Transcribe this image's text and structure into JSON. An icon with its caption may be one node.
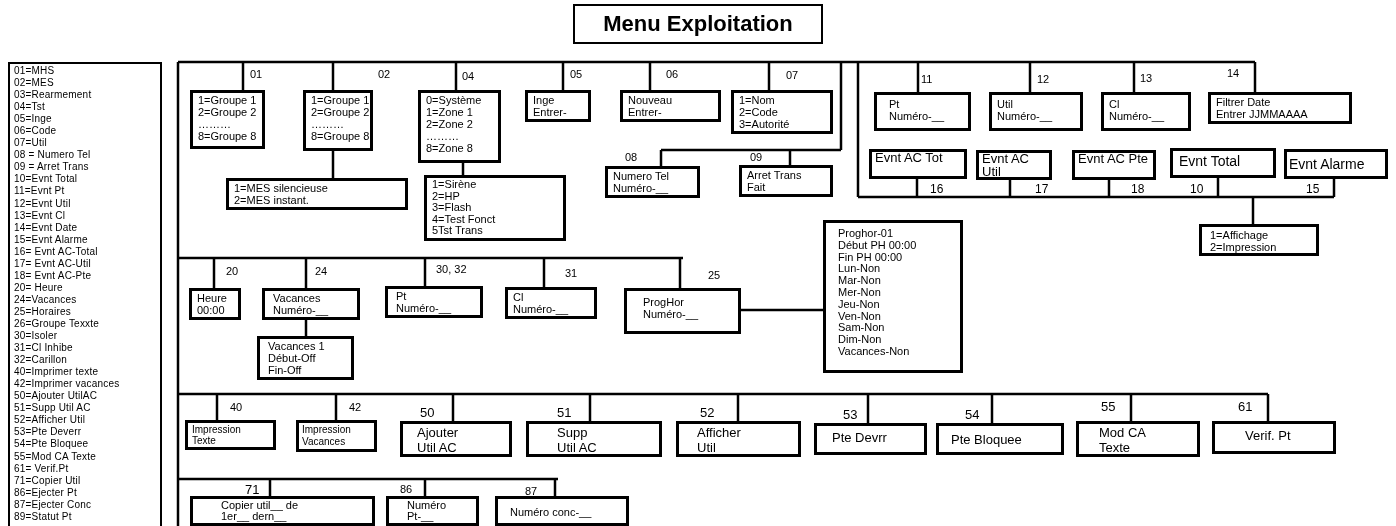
{
  "diagram": {
    "nodes": [
      {
        "text": [
          "Menu Exploitation"
        ]
      },
      {
        "text": [
          "01=MHS",
          "02=MES",
          "03=Rearmement",
          "04=Tst",
          "05=Inge",
          "06=Code",
          "07=Util",
          "08 = Numero Tel",
          "09 = Arret Trans",
          "10=Evnt Total",
          "11=Evnt Pt",
          "12=Evnt Util",
          "13=Evnt Cl",
          "14=Evnt Date",
          "15=Evnt Alarme",
          "16= Evnt AC-Total",
          "17= Evnt AC-Util",
          "18= Evnt AC-Pte",
          "20= Heure",
          "24=Vacances",
          "25=Horaires",
          "26=Groupe Texxte",
          "30=Isoler",
          "31=Cl Inhibe",
          "32=Carillon",
          "40=Imprimer texte",
          "42=Imprimer vacances",
          "50=Ajouter UtilAC",
          "51=Supp Util AC",
          "52=Afficher Util",
          "53=Pte Deverr",
          "54=Pte Bloquee",
          "55=Mod CA Texte",
          "61= Verif.Pt",
          "71=Copier Util",
          "86=Ejecter Pt",
          "87=Ejecter Conc",
          "89=Statut Pt"
        ]
      },
      {
        "text": [
          "1=Groupe 1",
          "2=Groupe 2",
          "………",
          "8=Groupe 8"
        ],
        "beside": [
          "01"
        ]
      },
      {
        "text": [
          "1=Groupe 1",
          "2=Groupe 2",
          "………",
          "8=Groupe 8"
        ],
        "beside": [
          "02"
        ]
      },
      {
        "text": [
          "1=MES silencieuse",
          "2=MES instant."
        ]
      },
      {
        "text": [
          "0=Système",
          "1=Zone 1",
          "2=Zone 2",
          "………",
          "8=Zone 8"
        ],
        "beside": [
          "04"
        ]
      },
      {
        "text": [
          "1=Sirène",
          "2=HP",
          "3=Flash",
          "4=Test Fonct",
          "5Tst Trans"
        ]
      },
      {
        "text": [
          "Inge",
          "Entrer-"
        ],
        "beside": [
          "05"
        ]
      },
      {
        "text": [
          "Nouveau",
          "Entrer-"
        ],
        "beside": [
          "06"
        ]
      },
      {
        "text": [
          "1=Nom",
          "2=Code",
          "3=Autorité"
        ],
        "beside": [
          "07"
        ]
      },
      {
        "text": [
          "Numero Tel",
          "Numéro-__"
        ],
        "beside": [
          "08"
        ]
      },
      {
        "text": [
          "Arret Trans",
          "Fait"
        ],
        "beside": [
          "09"
        ]
      },
      {
        "text": [
          "Pt",
          "Numéro-__"
        ],
        "beside": [
          "11"
        ]
      },
      {
        "text": [
          "Util",
          "Numéro-__"
        ],
        "beside": [
          "12"
        ]
      },
      {
        "text": [
          "Cl",
          "Numéro-__"
        ],
        "beside": [
          "13"
        ]
      },
      {
        "text": [
          "Filtrer Date",
          "Entrer JJMMAAAA"
        ],
        "beside": [
          "14"
        ]
      },
      {
        "text": [
          "Evnt AC Tot"
        ],
        "beside": [
          "16"
        ]
      },
      {
        "text": [
          "Evnt AC Util"
        ],
        "beside": [
          "17"
        ]
      },
      {
        "text": [
          "Evnt AC Pte"
        ],
        "beside": [
          "18"
        ]
      },
      {
        "text": [
          "Evnt Total"
        ],
        "beside": [
          "10"
        ]
      },
      {
        "text": [
          "Evnt Alarme"
        ],
        "beside": [
          "15"
        ]
      },
      {
        "text": [
          "1=Affichage",
          "2=Impression"
        ]
      },
      {
        "text": [
          "Heure",
          "00:00"
        ],
        "beside": [
          "20"
        ]
      },
      {
        "text": [
          "Vacances",
          "Numéro-__"
        ],
        "beside": [
          "24"
        ]
      },
      {
        "text": [
          "Vacances 1",
          "Début-Off",
          "Fin-Off"
        ]
      },
      {
        "text": [
          "Pt",
          "Numéro-__"
        ],
        "beside": [
          "30, 32"
        ]
      },
      {
        "text": [
          "Cl",
          "Numéro-__"
        ],
        "beside": [
          "31"
        ]
      },
      {
        "text": [
          "ProgHor",
          "Numéro-__"
        ],
        "beside": [
          "25"
        ]
      },
      {
        "text": [
          "Proghor-01",
          "Début PH 00:00",
          "Fin PH 00:00",
          "Lun-Non",
          "Mar-Non",
          "Mer-Non",
          "Jeu-Non",
          "Ven-Non",
          "Sam-Non",
          "Dim-Non",
          "Vacances-Non"
        ]
      },
      {
        "text": [
          "Impression",
          "Texte"
        ],
        "beside": [
          "40"
        ]
      },
      {
        "text": [
          "Impression",
          "Vacances"
        ],
        "beside": [
          "42"
        ]
      },
      {
        "text": [
          "Ajouter",
          "Util AC"
        ],
        "beside": [
          "50"
        ]
      },
      {
        "text": [
          "Supp",
          "Util AC"
        ],
        "beside": [
          "51"
        ]
      },
      {
        "text": [
          "Afficher",
          "Util"
        ],
        "beside": [
          "52"
        ]
      },
      {
        "text": [
          "Pte Devrr"
        ],
        "beside": [
          "53"
        ]
      },
      {
        "text": [
          "Pte Bloquee"
        ],
        "beside": [
          "54"
        ]
      },
      {
        "text": [
          "Mod CA",
          "Texte"
        ],
        "beside": [
          "55"
        ]
      },
      {
        "text": [
          "Verif. Pt"
        ],
        "beside": [
          "61"
        ]
      },
      {
        "text": [
          "Copier util__ de",
          "1er__ dern__"
        ],
        "beside": [
          "71"
        ]
      },
      {
        "text": [
          "Numéro",
          "Pt-__"
        ],
        "beside": [
          "86"
        ]
      },
      {
        "text": [
          "Numéro conc-__"
        ],
        "beside": [
          "87"
        ]
      }
    ],
    "edges": [
      {
        "from": null,
        "to": 2,
        "arrow": "none"
      },
      {
        "from": null,
        "to": 3,
        "arrow": "none"
      },
      {
        "from": 3,
        "to": 4,
        "arrow": "none"
      },
      {
        "from": null,
        "to": 5,
        "arrow": "none"
      },
      {
        "from": 5,
        "to": 6,
        "arrow": "none"
      },
      {
        "from": null,
        "to": 7,
        "arrow": "none"
      },
      {
        "from": null,
        "to": 8,
        "arrow": "none"
      },
      {
        "from": null,
        "to": 9,
        "arrow": "none"
      },
      {
        "from": null,
        "to": 10,
        "arrow": "none"
      },
      {
        "from": null,
        "to": 11,
        "arrow": "none"
      },
      {
        "from": null,
        "to": 12,
        "arrow": "none"
      },
      {
        "from": null,
        "to": 13,
        "arrow": "none"
      },
      {
        "from": null,
        "to": 14,
        "arrow": "none"
      },
      {
        "from": null,
        "to": 15,
        "arrow": "none"
      },
      {
        "from": null,
        "to": 16,
        "arrow": "none"
      },
      {
        "from": null,
        "to": 17,
        "arrow": "none"
      },
      {
        "from": null,
        "to": 18,
        "arrow": "none"
      },
      {
        "from": null,
        "to": 19,
        "arrow": "none"
      },
      {
        "from": null,
        "to": 20,
        "arrow": "none"
      },
      {
        "from": null,
        "to": 21,
        "arrow": "none"
      },
      {
        "from": null,
        "to": 22,
        "arrow": "none"
      },
      {
        "from": null,
        "to": 23,
        "arrow": "none"
      },
      {
        "from": 23,
        "to": 24,
        "arrow": "none"
      },
      {
        "from": null,
        "to": 25,
        "arrow": "none"
      },
      {
        "from": null,
        "to": 26,
        "arrow": "none"
      },
      {
        "from": null,
        "to": 27,
        "arrow": "none"
      },
      {
        "from": 27,
        "to": 28,
        "arrow": "none"
      },
      {
        "from": null,
        "to": 29,
        "arrow": "none"
      },
      {
        "from": null,
        "to": 30,
        "arrow": "none"
      },
      {
        "from": null,
        "to": 31,
        "arrow": "none"
      },
      {
        "from": null,
        "to": 32,
        "arrow": "none"
      },
      {
        "from": null,
        "to": 33,
        "arrow": "none"
      },
      {
        "from": null,
        "to": 34,
        "arrow": "none"
      },
      {
        "from": null,
        "to": 35,
        "arrow": "none"
      },
      {
        "from": null,
        "to": 36,
        "arrow": "none"
      },
      {
        "from": null,
        "to": 37,
        "arrow": "none"
      },
      {
        "from": null,
        "to": 38,
        "arrow": "none"
      },
      {
        "from": null,
        "to": 39,
        "arrow": "none"
      },
      {
        "from": null,
        "to": 40,
        "arrow": "none"
      }
    ]
  }
}
